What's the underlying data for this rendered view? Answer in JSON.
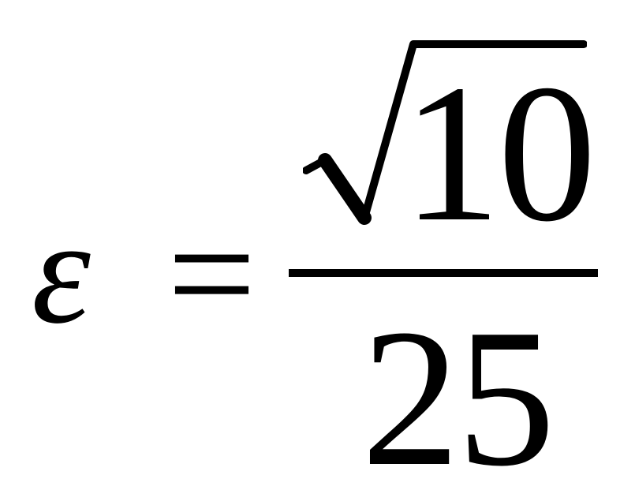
{
  "formula": {
    "lhs": "ε",
    "operator": "=",
    "numerator": {
      "radicand": "10"
    },
    "denominator": "25"
  }
}
